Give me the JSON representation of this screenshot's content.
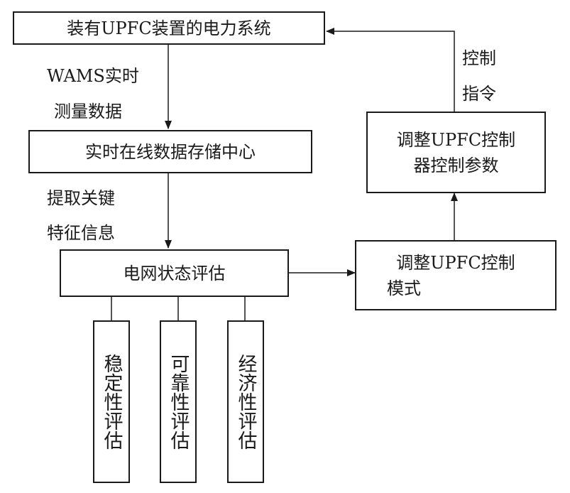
{
  "nodes": {
    "power_system": "装有UPFC装置的电力系统",
    "data_center": "实时在线数据存储中心",
    "grid_assessment": "电网状态评估",
    "adjust_mode": [
      "调整UPFC控制",
      "模式"
    ],
    "adjust_params": [
      "调整UPFC控制",
      "器控制参数"
    ],
    "stability": "稳定性评估",
    "reliability": "可靠性评估",
    "economy": "经济性评估"
  },
  "edge_labels": {
    "wams": [
      "WAMS实时",
      "测量数据"
    ],
    "extract": [
      "提取关键",
      "特征信息"
    ],
    "control": [
      "控制",
      "指令"
    ]
  }
}
